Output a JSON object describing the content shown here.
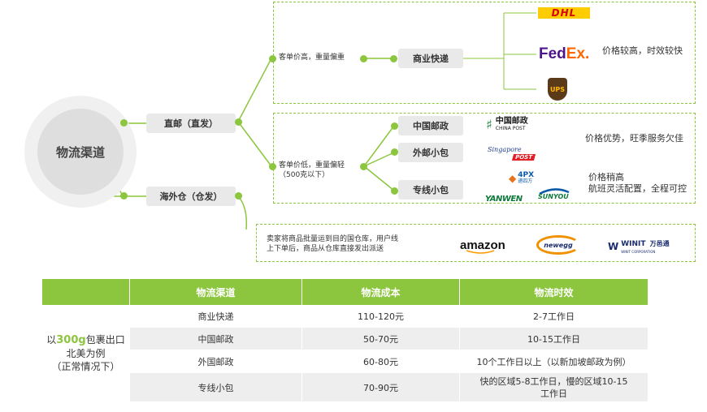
{
  "center_label": "物流渠道",
  "branches": {
    "direct": "直邮（直发）",
    "overseas": "海外仓（仓发）"
  },
  "direct_high": {
    "condition": "客单价高，重量偏重",
    "channel": "商业快递",
    "carriers": [
      "DHL",
      "FedEx",
      "UPS"
    ],
    "note": "价格较高，时效较快"
  },
  "direct_low": {
    "condition_line1": "客单价低，重量偏轻",
    "condition_line2": "（500克以下）",
    "channels": [
      "中国邮政",
      "外邮小包",
      "专线小包"
    ],
    "china_post": {
      "cn": "中国邮政",
      "en": "CHINA POST"
    },
    "singapore_post": {
      "top": "Singapore",
      "bottom": "POST"
    },
    "fourpx": {
      "top": "4PX",
      "bottom": "递四方"
    },
    "yanwen": "YANWEN",
    "sunyou": "SUNYOU",
    "note_postal": "价格优势，旺季服务欠佳",
    "note_special_line1": "价格稍高",
    "note_special_line2": "航班灵活配置，全程可控"
  },
  "overseas_box": {
    "desc_line1": "卖家将商品批量运到目的国仓库，用户线",
    "desc_line2": "上下单后，商品从仓库直接发出派送",
    "logos": [
      "amazon",
      "newegg",
      "WINIT",
      "万邑通",
      "WINIT CORPORATION"
    ]
  },
  "table": {
    "headers": [
      "物流渠道",
      "物流成本",
      "物流时效"
    ],
    "rowhead_prefix": "以",
    "rowhead_highlight": "300g",
    "rowhead_suffix": "包裹出口",
    "rowhead_line2": "北美为例",
    "rowhead_line3": "（正常情况下）",
    "rows": [
      {
        "channel": "商业快递",
        "cost": "110-120元",
        "time": "2-7工作日"
      },
      {
        "channel": "中国邮政",
        "cost": "50-70元",
        "time": "10-15工作日"
      },
      {
        "channel": "外国邮政",
        "cost": "60-80元",
        "time": "10个工作日以上（以新加坡邮政为例）"
      },
      {
        "channel": "专线小包",
        "cost": "70-90元",
        "time_line1": "快的区域5-8工作日，慢的区域10-15",
        "time_line2": "工作日"
      }
    ]
  },
  "colors": {
    "accent": "#8cc63f",
    "dhl_red": "#d40511",
    "dhl_yellow": "#ffcc00",
    "fedex_purple": "#4d148c",
    "fedex_orange": "#ff6600",
    "ups_brown": "#5b3a1a"
  }
}
